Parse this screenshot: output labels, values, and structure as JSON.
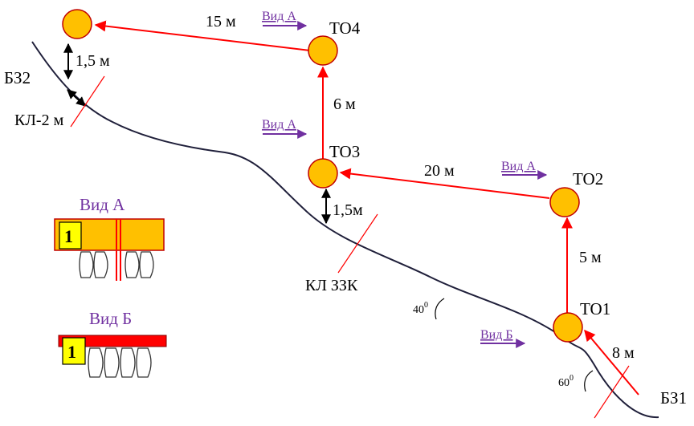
{
  "colors": {
    "node_fill": "#ffc000",
    "node_stroke": "#c00000",
    "rope": "#ff0000",
    "view_arrow": "#7030a0",
    "slope": "#1f1f3a",
    "badge_yellow": "#ffff00",
    "carabiner": "#333333"
  },
  "nodes": {
    "to1": "ТО1",
    "to2": "ТО2",
    "to3": "ТО3",
    "to4": "ТО4",
    "bz1": "БЗ1",
    "bz2": "БЗ2"
  },
  "distances": {
    "to4_to_top": "15 м",
    "to3_to_to4": "6 м",
    "to2_to_to3": "20 м",
    "to1_to_to2": "5 м",
    "bz1_to_to1": "8 м",
    "bz2_gap": "1,5 м",
    "to3_gap": "1,5м"
  },
  "lines": {
    "kl2": "КЛ-2 м",
    "kl_zzk": "КЛ ЗЗК"
  },
  "view_markers": {
    "a1": "Вид А",
    "a2": "Вид А",
    "a3": "Вид А",
    "b1": "Вид Б"
  },
  "angles": {
    "upper_value": "40",
    "upper_sup": "0",
    "lower_value": "60",
    "lower_sup": "0"
  },
  "legend": {
    "view_a_title": "Вид А",
    "view_b_title": "Вид Б",
    "badge_a": "1",
    "badge_b": "1"
  }
}
